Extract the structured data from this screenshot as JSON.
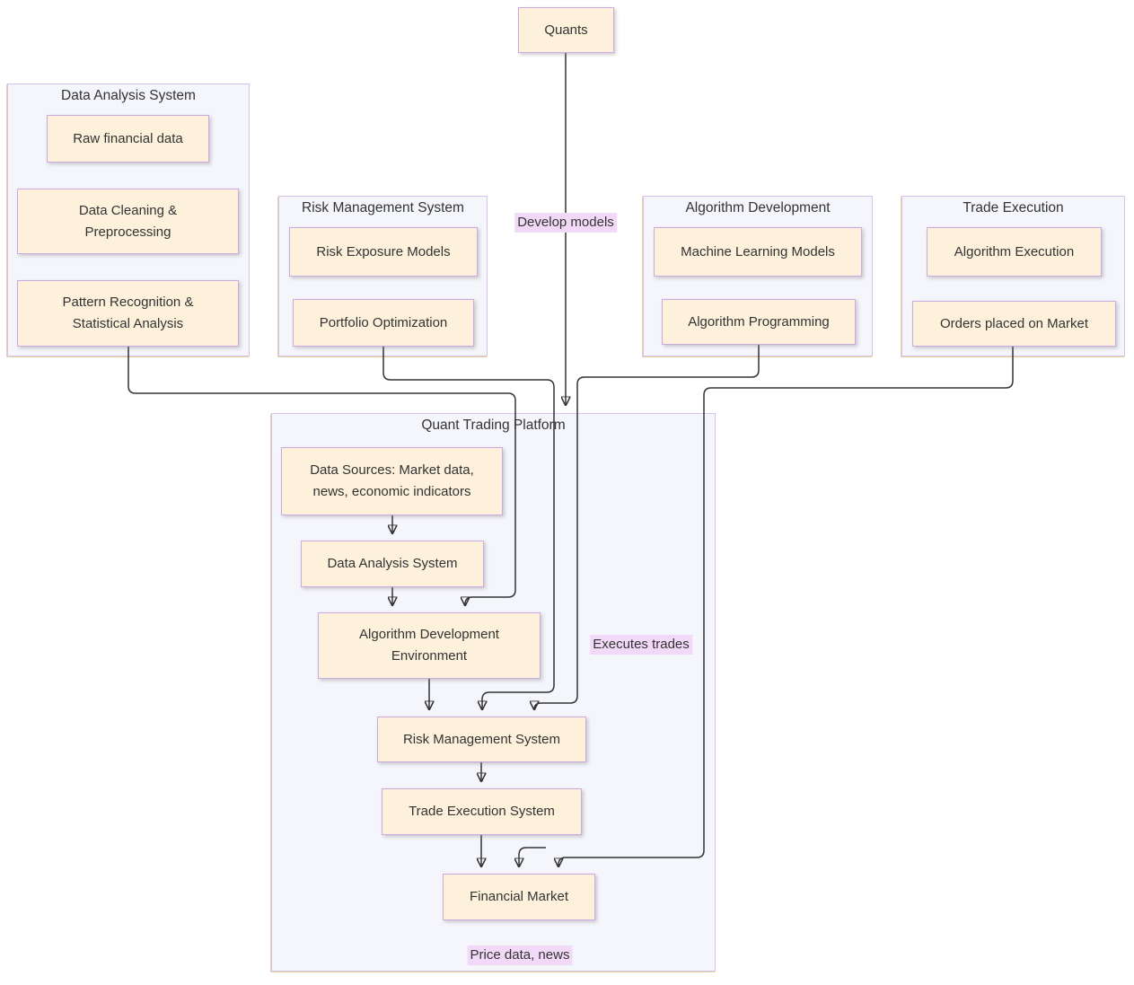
{
  "diagram": {
    "quants": "Quants",
    "edge_labels": {
      "develop_models": "Develop models",
      "executes_trades": "Executes trades",
      "price_data_news": "Price data, news"
    },
    "data_analysis_system": {
      "title": "Data Analysis System",
      "raw_financial_data": "Raw financial data",
      "data_cleaning": "Data Cleaning & Preprocessing",
      "pattern_recognition": "Pattern Recognition & Statistical Analysis"
    },
    "risk_management_system": {
      "title": "Risk Management System",
      "risk_exposure_models": "Risk Exposure Models",
      "portfolio_optimization": "Portfolio Optimization"
    },
    "algorithm_development": {
      "title": "Algorithm Development",
      "machine_learning_models": "Machine Learning Models",
      "algorithm_programming": "Algorithm Programming"
    },
    "trade_execution": {
      "title": "Trade Execution",
      "algorithm_execution": "Algorithm Execution",
      "orders_placed": "Orders placed on Market"
    },
    "quant_trading_platform": {
      "title": "Quant Trading Platform",
      "data_sources": "Data Sources: Market data, news, economic indicators",
      "data_analysis_system": "Data Analysis System",
      "algorithm_development_environment": "Algorithm Development Environment",
      "risk_management_system": "Risk Management System",
      "trade_execution_system": "Trade Execution System",
      "financial_market": "Financial Market"
    },
    "colors": {
      "node_fill": "#fdf1dc",
      "node_border": "#cda9e2",
      "cluster_fill": "#f5f6fc",
      "cluster_border": "#d9c2ea",
      "edge_label_bg": "#f2d9f8",
      "edge_stroke": "#333333"
    }
  }
}
